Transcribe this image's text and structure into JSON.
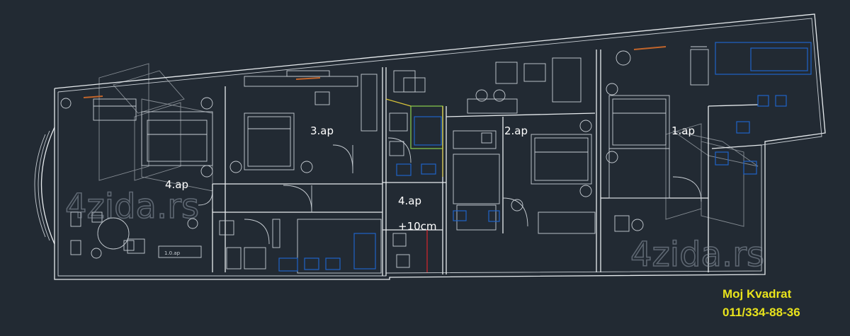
{
  "diagram": {
    "labels": {
      "ap1": "1.ap",
      "ap2": "2.ap",
      "ap3": "3.ap",
      "ap4_left": "4.ap",
      "ap4_center": "4.ap",
      "height_note": "+10cm",
      "tv_left": "1.0.ap",
      "tv_right": ""
    },
    "watermarks": [
      "4zida.rs",
      "4zida.rs"
    ],
    "branding": {
      "name": "Moj Kvadrat",
      "phone": "011/334-88-36"
    },
    "colors": {
      "background": "#222a33",
      "walls": "#e8ecef",
      "plumbing": "#1e63c8",
      "brand": "#e9e31c",
      "marker": "#d8262a"
    }
  }
}
